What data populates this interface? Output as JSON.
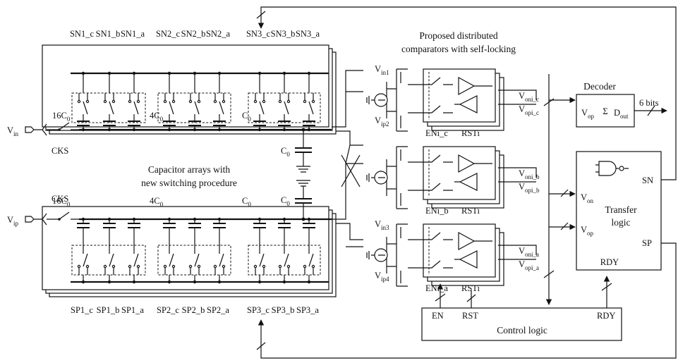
{
  "top_bus_switches": [
    "SN1_c",
    "SN1_b",
    "SN1_a",
    "SN2_c",
    "SN2_b",
    "SN2_a",
    "SN3_c",
    "SN3_b",
    "SN3_a"
  ],
  "bottom_bus_switches": [
    "SP1_c",
    "SP1_b",
    "SP1_a",
    "SP2_c",
    "SP2_b",
    "SP2_a",
    "SP3_c",
    "SP3_b",
    "SP3_a"
  ],
  "cap_top": {
    "c16": "16C",
    "c4": "4C",
    "c1": "C",
    "sub": "0"
  },
  "cap_bottom": {
    "c16": "16C",
    "c4": "4C",
    "c1": "C",
    "sub": "0"
  },
  "sampling_switch_top": "CKS",
  "sampling_switch_bottom": "CKS",
  "input_n": {
    "base": "V",
    "sub": "in"
  },
  "input_p": {
    "base": "V",
    "sub": "ip"
  },
  "middle_caps": {
    "c_top_base": "C",
    "c_top_sub": "0",
    "c_bot_base": "C",
    "c_bot_sub": "0"
  },
  "array_caption": [
    "Capacitor arrays with",
    "new switching procedure"
  ],
  "comparator_caption": [
    "Proposed distributed",
    "comparators with self-locking"
  ],
  "comparators": [
    {
      "in_top": {
        "base": "V",
        "sub": "in1"
      },
      "in_bot": {
        "base": "V",
        "sub": "ip2"
      },
      "en": "ENi_c",
      "rst": "RSTi",
      "on": {
        "base": "V",
        "sub": "oni_c"
      },
      "op": {
        "base": "V",
        "sub": "opi_c"
      }
    },
    {
      "in_top": {
        "base": "",
        "sub": ""
      },
      "in_bot": {
        "base": "",
        "sub": ""
      },
      "en": "ENi_b",
      "rst": "RSTi",
      "on": {
        "base": "V",
        "sub": "oni_b"
      },
      "op": {
        "base": "V",
        "sub": "opi_b"
      }
    },
    {
      "in_top": {
        "base": "V",
        "sub": "in3"
      },
      "in_bot": {
        "base": "V",
        "sub": "ip4"
      },
      "en": "ENi_a",
      "rst": "RSTi",
      "on": {
        "base": "V",
        "sub": "oni_a"
      },
      "op": {
        "base": "V",
        "sub": "opi_a"
      }
    }
  ],
  "decoder": {
    "title": "Decoder",
    "sigma": "Σ",
    "in": {
      "base": "V",
      "sub": "op"
    },
    "out": {
      "base": "D",
      "sub": "out"
    },
    "bits": "6 bits"
  },
  "transfer": {
    "label_1": "Transfer",
    "label_2": "logic",
    "von": {
      "base": "V",
      "sub": "on"
    },
    "vop": {
      "base": "V",
      "sub": "op"
    },
    "sn": "SN",
    "sp": "SP",
    "rdy": "RDY"
  },
  "control": {
    "label": "Control logic",
    "en": "EN",
    "rst": "RST",
    "rdy": "RDY"
  }
}
